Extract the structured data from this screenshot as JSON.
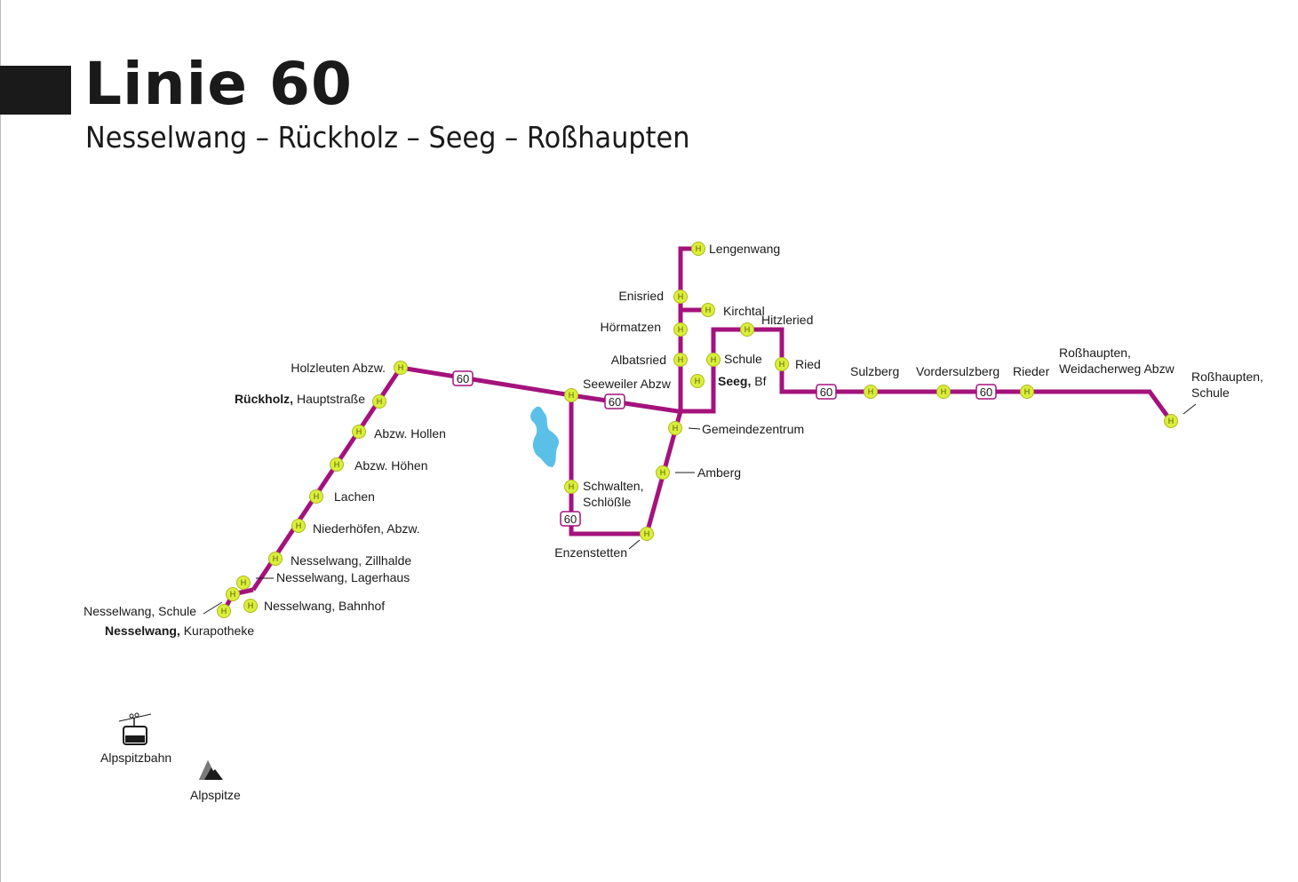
{
  "header": {
    "title": "Linie 60",
    "subtitle": "Nesselwang – Rückholz – Seeg – Roßhaupten"
  },
  "colors": {
    "route": "#a4127c",
    "stop_fill": "#d9ef3a",
    "lake": "#5bc0e8",
    "text": "#1a1a1a"
  },
  "route_badge": "60",
  "stop_symbol": "H",
  "stops": [
    {
      "id": "lengenwang",
      "plain": "Lengenwang"
    },
    {
      "id": "enisried",
      "plain": "Enisried"
    },
    {
      "id": "kirchtal",
      "plain": "Kirchtal"
    },
    {
      "id": "hoermatzen",
      "plain": "Hörmatzen"
    },
    {
      "id": "hitzleried",
      "plain": "Hitzleried"
    },
    {
      "id": "albatsried",
      "plain": "Albatsried"
    },
    {
      "id": "schule-seeg",
      "plain": "Schule"
    },
    {
      "id": "ried",
      "plain": "Ried"
    },
    {
      "id": "holzleuten",
      "plain": "Holzleuten Abzw."
    },
    {
      "id": "seeg-bf",
      "bold": "Seeg,",
      "plain": " Bf"
    },
    {
      "id": "seeweiler",
      "plain": "Seeweiler Abzw"
    },
    {
      "id": "sulzberg",
      "plain": "Sulzberg"
    },
    {
      "id": "vordersulzberg",
      "plain": "Vordersulzberg"
    },
    {
      "id": "rieder",
      "plain": "Rieder"
    },
    {
      "id": "rosshaupten-weidacherweg",
      "plain": "Roßhaupten,",
      "plain2": "Weidacherweg Abzw"
    },
    {
      "id": "rosshaupten-schule",
      "bold": "Roßhaupten,",
      "plain2": "Schule"
    },
    {
      "id": "rueckholz",
      "bold": "Rückholz,",
      "plain": " Hauptstraße"
    },
    {
      "id": "gemeindezentrum",
      "plain": "Gemeindezentrum"
    },
    {
      "id": "abzw-hollen",
      "plain": "Abzw. Hollen"
    },
    {
      "id": "abzw-hoehen",
      "plain": "Abzw. Höhen"
    },
    {
      "id": "amberg",
      "plain": "Amberg"
    },
    {
      "id": "schwalten",
      "plain": "Schwalten,",
      "plain2": "Schlößle"
    },
    {
      "id": "lachen",
      "plain": "Lachen"
    },
    {
      "id": "niederhoefen",
      "plain": "Niederhöfen, Abzw."
    },
    {
      "id": "enzenstetten",
      "plain": "Enzenstetten"
    },
    {
      "id": "zillhalde",
      "plain": "Nesselwang, Zillhalde"
    },
    {
      "id": "lagerhaus",
      "plain": "Nesselwang, Lagerhaus"
    },
    {
      "id": "bahnhof",
      "plain": "Nesselwang, Bahnhof"
    },
    {
      "id": "schule-nesselwang",
      "plain": "Nesselwang, Schule"
    },
    {
      "id": "kurapotheke",
      "bold": "Nesselwang,",
      "plain": " Kurapotheke"
    }
  ],
  "landmarks": {
    "alpspitzbahn": {
      "label": "Alpspitzbahn",
      "icon": "cable-car-icon"
    },
    "alpspitze": {
      "label": "Alpspitze",
      "icon": "mountain-icon"
    }
  }
}
